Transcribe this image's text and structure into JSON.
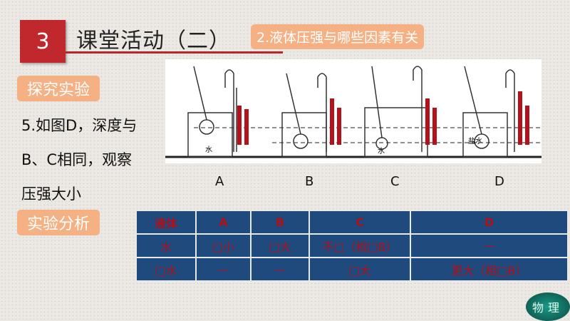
{
  "section_number": "3",
  "title": "课堂活动（二）",
  "subtitle": "2.液体压强与哪些因素有关",
  "tag_explore": "探究实验",
  "question_lines": [
    "5.如图D，深度与",
    "B、C相同，观察",
    "压强大小"
  ],
  "figure_labels": [
    "A",
    "B",
    "C",
    "D"
  ],
  "figure_water_label": "水",
  "figure_saltwater_label": "盐水",
  "tag_analysis": "实验分析",
  "table": {
    "header": [
      "液体",
      "A",
      "B",
      "C",
      "D"
    ],
    "rows": [
      [
        "水",
        "□小",
        "□大",
        "不□（相□B）",
        "—"
      ],
      [
        "□水",
        "—",
        "—",
        "□大",
        "更大（相□B）"
      ]
    ]
  },
  "logo_text": "物理"
}
